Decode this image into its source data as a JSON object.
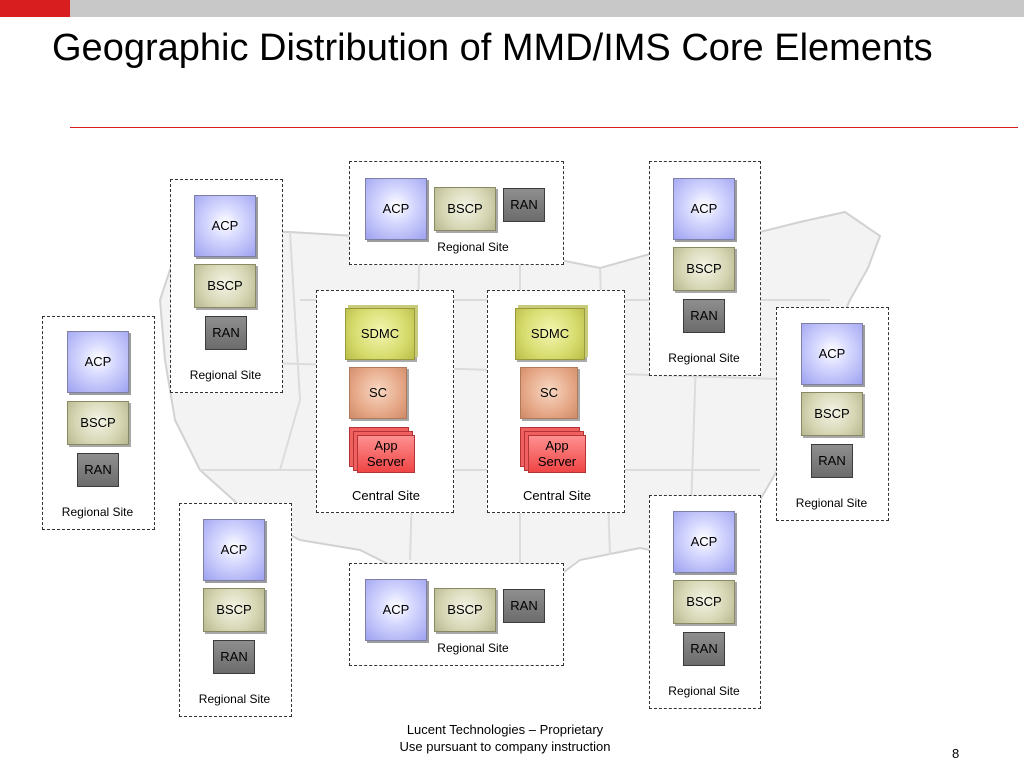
{
  "slide": {
    "title": "Geographic Distribution of MMD/IMS Core Elements",
    "footer_line1": "Lucent Technologies – Proprietary",
    "footer_line2": "Use pursuant to company instruction",
    "page_number": "8"
  },
  "labels": {
    "acp": "ACP",
    "bscp": "BSCP",
    "ran": "RAN",
    "sdmc": "SDMC",
    "sc": "SC",
    "app_server_line1": "App",
    "app_server_line2": "Server",
    "regional_site": "Regional Site",
    "central_site": "Central Site"
  },
  "colors": {
    "accent_red": "#d81e1e",
    "acp_blue": "#9ea2f0",
    "bscp_khaki": "#d6d6b4",
    "ran_grey": "#7c7c7c",
    "sdmc_yellow": "#d7dc6e",
    "sc_salmon": "#e6a888",
    "app_server_red": "#ef4545"
  }
}
